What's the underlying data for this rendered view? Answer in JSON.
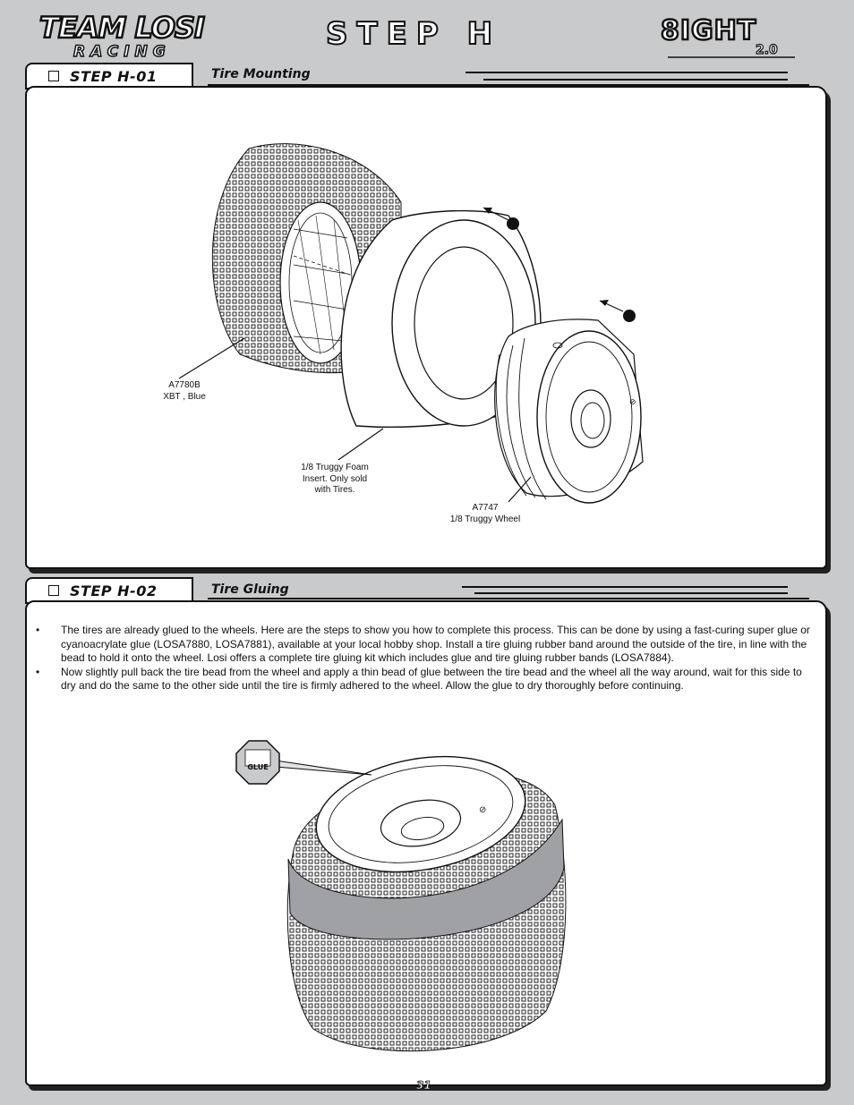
{
  "header": {
    "brand_top": "TEAM LOSI",
    "brand_bottom": "RACING",
    "title": "STEP H",
    "product_logo": "8IGHT",
    "product_version": "2.0"
  },
  "steps": [
    {
      "id_label": "STEP H-01",
      "section": "Tire Mounting",
      "callouts": {
        "tire": [
          "A7780B",
          "XBT   , Blue"
        ],
        "insert": [
          "1/8 Truggy Foam",
          "Insert. Only sold",
          "with Tires."
        ],
        "wheel": [
          "A7747",
          "1/8 Truggy Wheel"
        ]
      }
    },
    {
      "id_label": "STEP H-02",
      "section": "Tire Gluing",
      "bullets": [
        "The tires are already glued to the wheels. Here are the steps to show you how to complete this process. This can be done by using a fast-curing super glue or cyanoacrylate glue (LOSA7880, LOSA7881), available at your local hobby shop. Install a tire gluing rubber band around the outside of the tire, in line with the bead to hold it onto the wheel. Losi offers a complete tire gluing kit which includes glue and tire gluing rubber bands (LOSA7884).",
        "Now slightly pull back the tire bead from the wheel and apply a thin bead of glue between the tire bead and the wheel all the way around, wait for this side to dry and do the same to the other side until the tire is firmly adhered to the wheel. Allow the glue to dry thoroughly before continuing."
      ],
      "glue_label": "GLUE"
    }
  ],
  "bullet_char": "•",
  "page_number": "31"
}
